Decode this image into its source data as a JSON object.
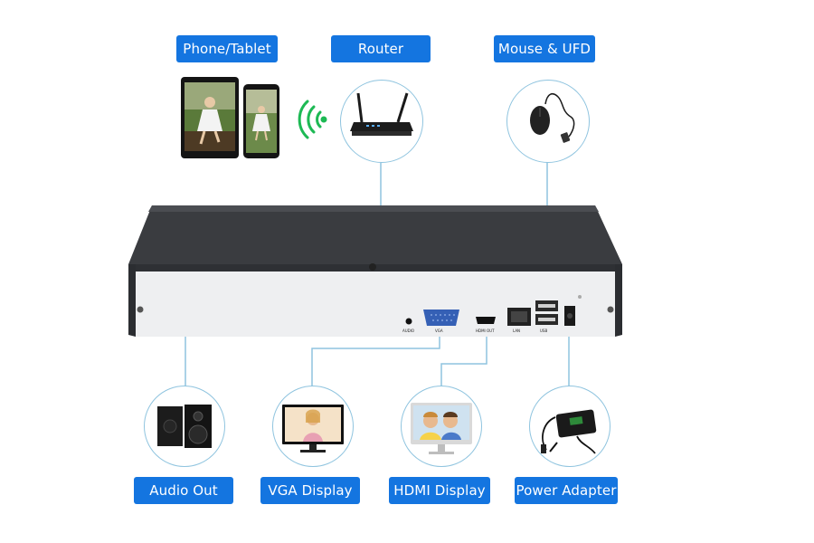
{
  "labels": {
    "phone_tablet": "Phone/Tablet",
    "router": "Router",
    "mouse_ufd": "Mouse & UFD",
    "audio_out": "Audio Out",
    "vga_display": "VGA Display",
    "hdmi_display": "HDMI Display",
    "power_adapter": "Power Adapter"
  },
  "ports": {
    "audio": "AUDIO",
    "vga": "VGA",
    "hdmi": "HDMI OUT",
    "lan": "LAN",
    "usb": "USB"
  },
  "colors": {
    "label_bg": "#1475e0",
    "connector_line": "#8fc4df",
    "device_top": "#3a3c40",
    "device_front": "#eeeff1",
    "wifi_green": "#1db954"
  }
}
